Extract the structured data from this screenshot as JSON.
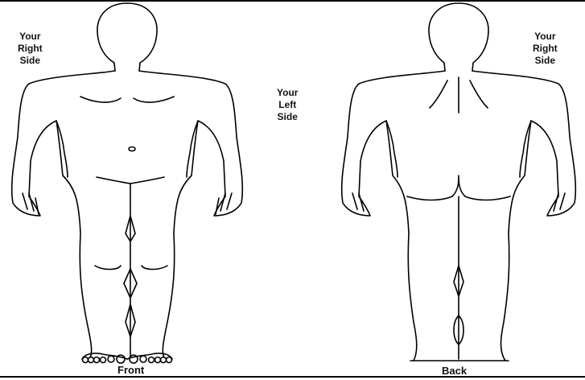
{
  "labels": {
    "front_right_side": [
      "Your",
      "Right",
      "Side"
    ],
    "left_side": [
      "Your",
      "Left",
      "Side"
    ],
    "back_right_side": [
      "Your",
      "Right",
      "Side"
    ]
  },
  "views": {
    "front": "Front",
    "back": "Back"
  }
}
